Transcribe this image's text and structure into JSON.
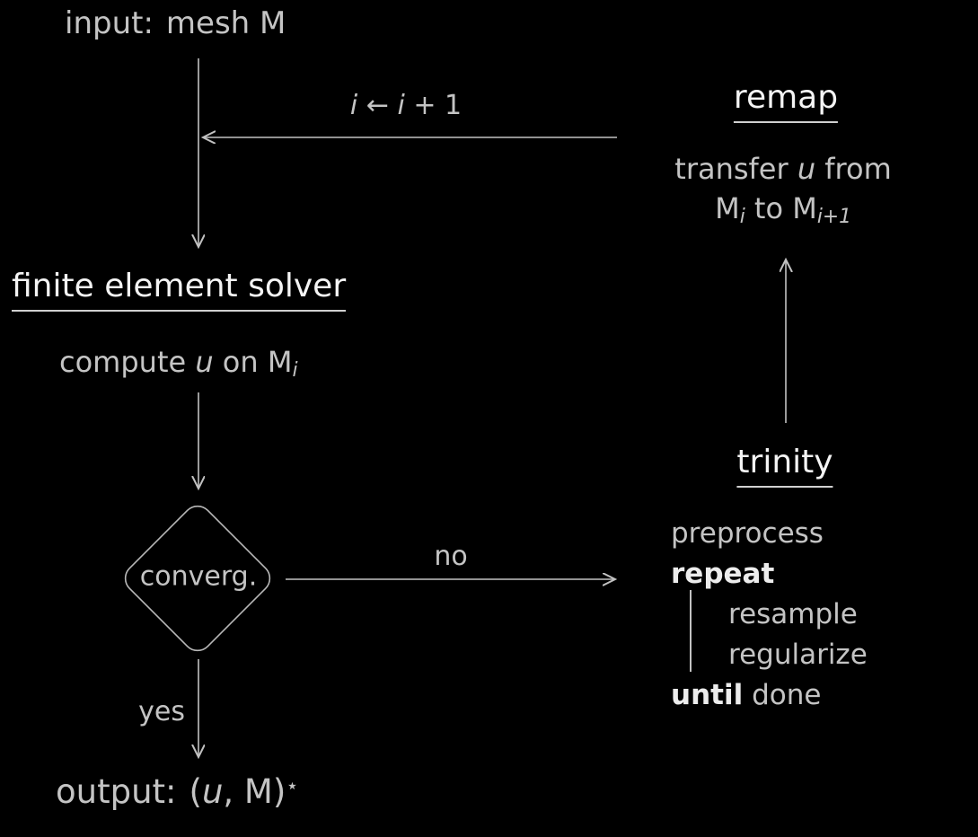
{
  "colors": {
    "background": "#000000",
    "heading_text": "#f4f4f4",
    "body_text": "#c4c4c4",
    "bold_keyword_text": "#ececec",
    "edge_line": "#c2c2c2"
  },
  "input": {
    "key": "input:",
    "value": "mesh M"
  },
  "loop_label": {
    "var1": "i",
    "assign": " ← ",
    "var2": "i",
    "increment": " + 1"
  },
  "remap": {
    "title": "remap",
    "line1": {
      "pre": "transfer ",
      "u": "u",
      "post": " from"
    },
    "line2": {
      "m1": "M",
      "sub1": "i",
      "mid": " to ",
      "m2": "M",
      "sub2": "i+1"
    }
  },
  "solver": {
    "title": "finite element solver",
    "body": {
      "pre": "compute ",
      "u": "u",
      "mid": " on ",
      "m": "M",
      "sub": "i"
    }
  },
  "decision": {
    "label": "converg."
  },
  "branches": {
    "no": "no",
    "yes": "yes"
  },
  "trinity": {
    "title": "trinity",
    "code": {
      "line1": "preprocess",
      "line2_keyword": "repeat",
      "line3": "resample",
      "line4": "regularize",
      "line5_keyword": "until",
      "line5_rest": " done"
    }
  },
  "output": {
    "key": "output:",
    "paren_open": "(",
    "u": "u",
    "rest": ", M)",
    "star": "⋆"
  }
}
